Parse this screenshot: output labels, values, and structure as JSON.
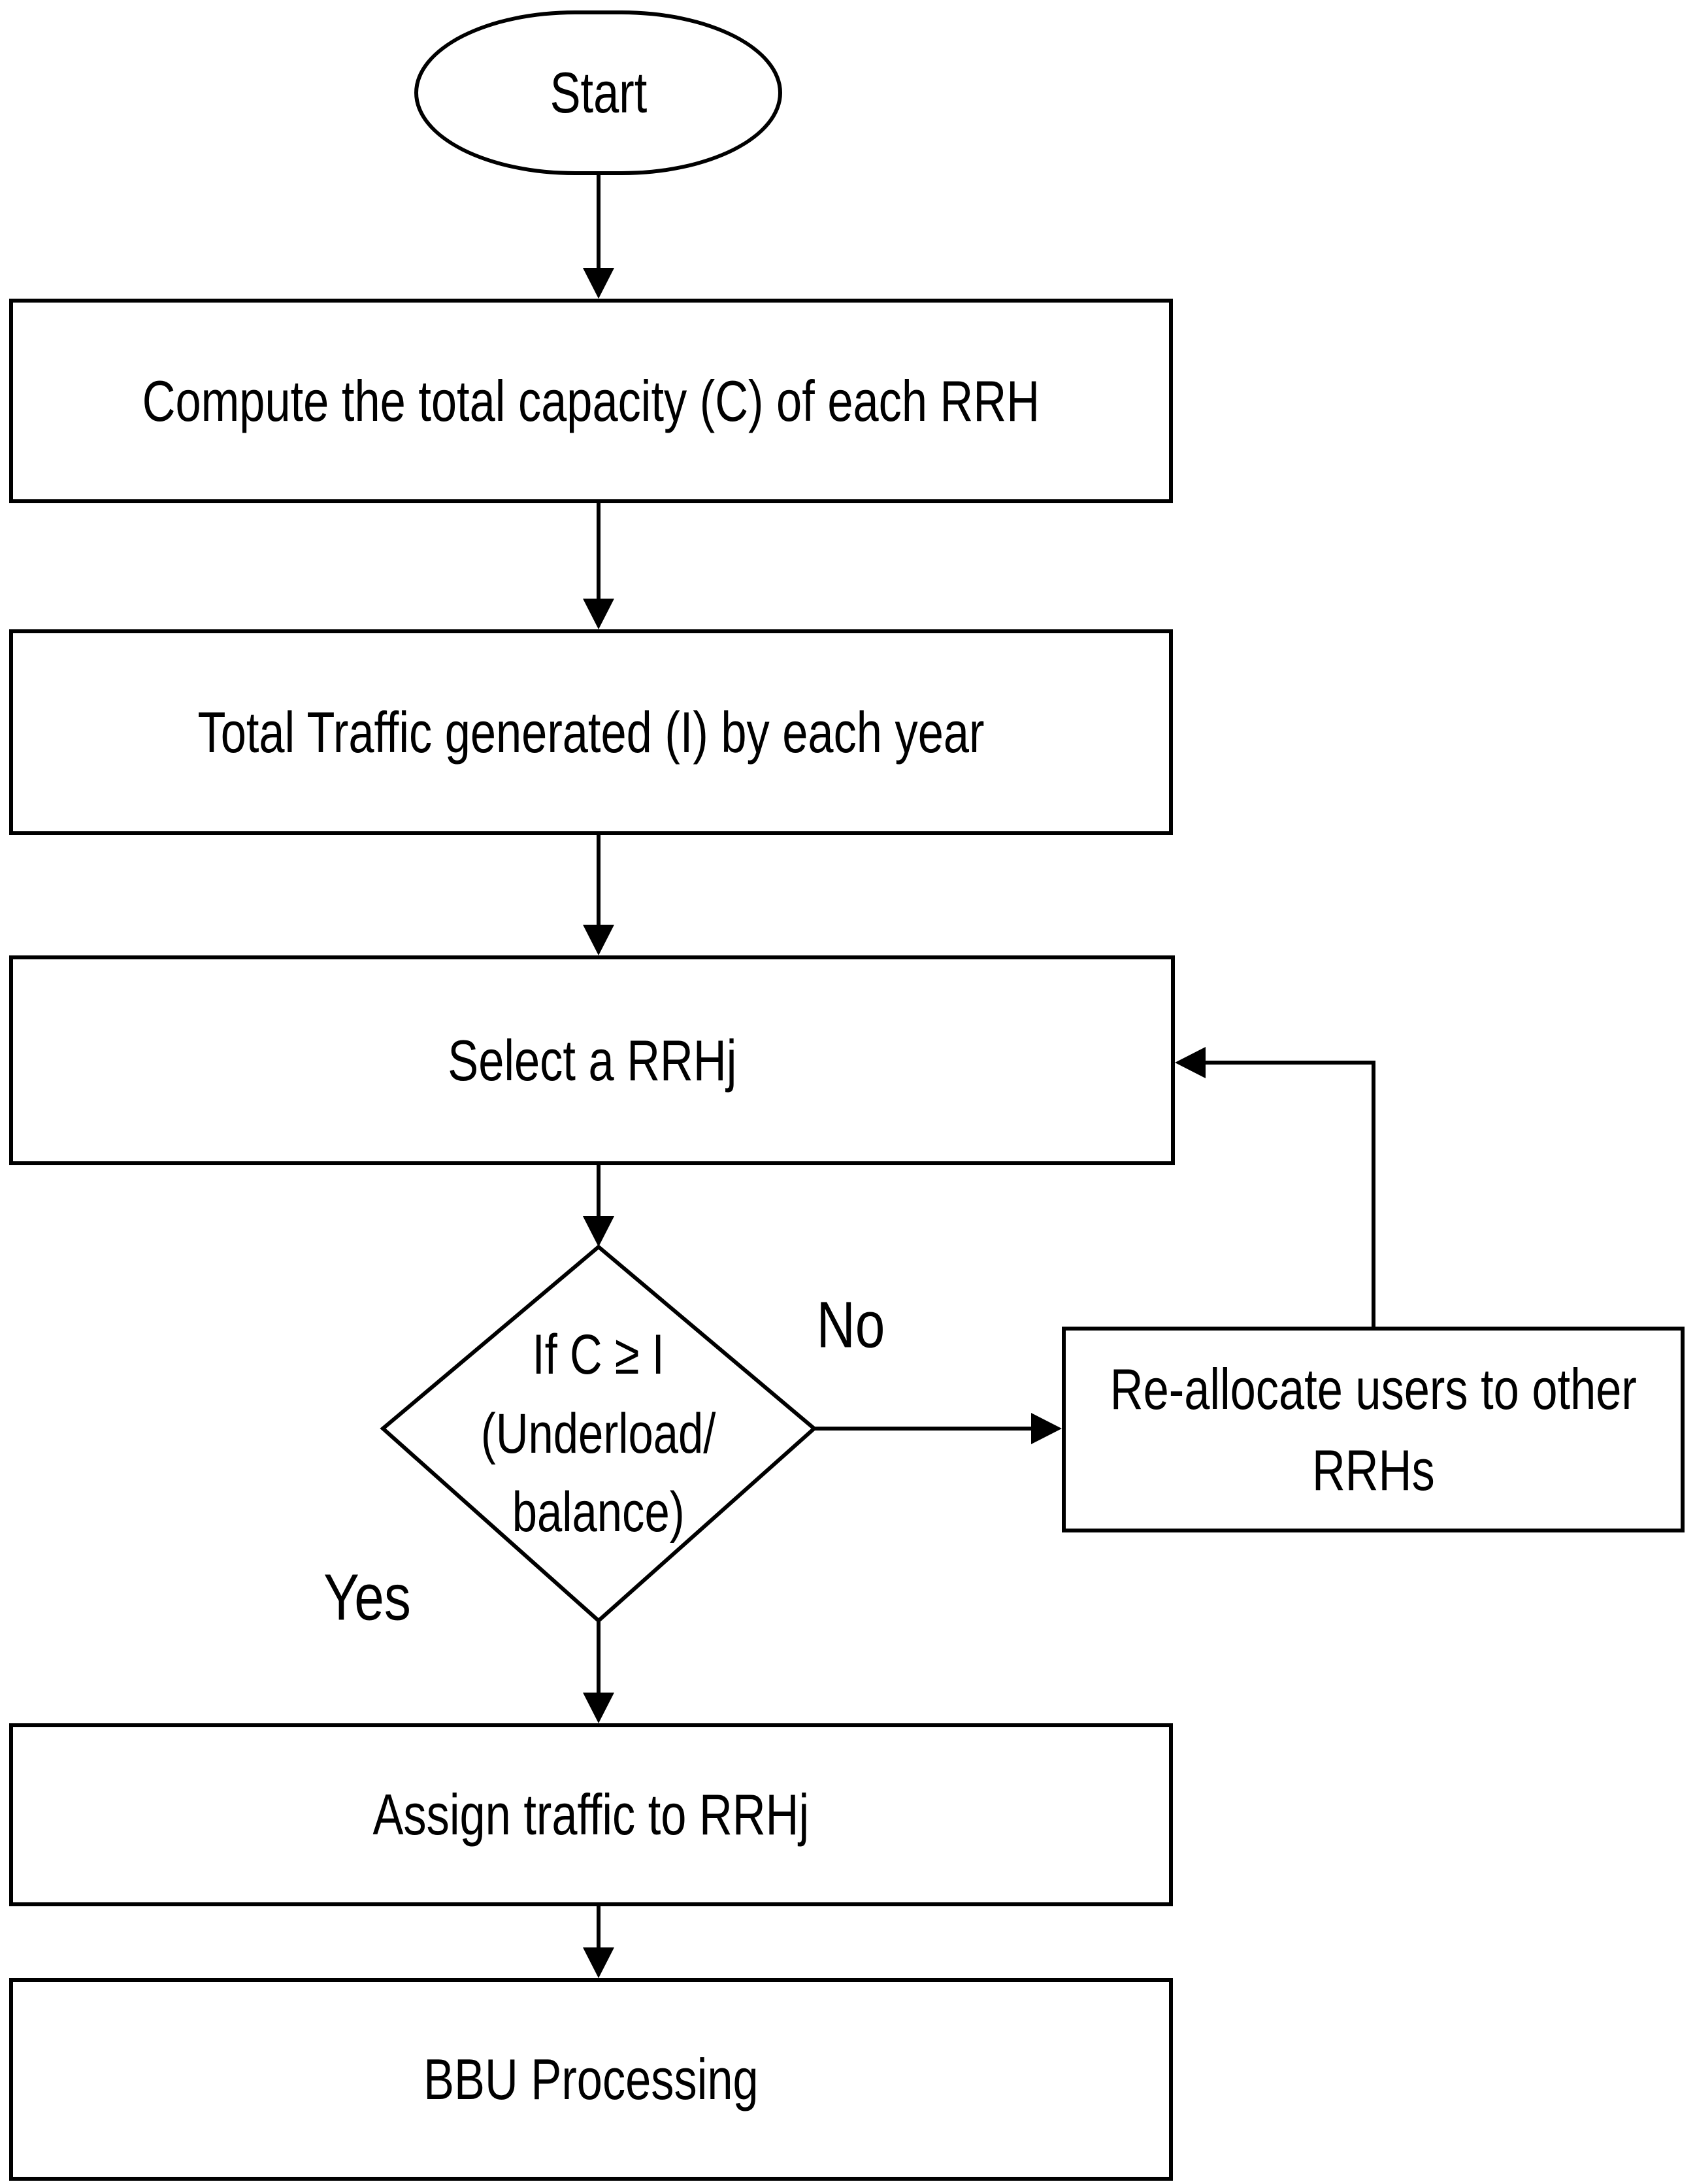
{
  "flowchart": {
    "background": "#ffffff",
    "stroke_color": "#000000",
    "nodes": {
      "start": {
        "type": "terminator",
        "label": "Start"
      },
      "compute": {
        "type": "process",
        "label": "Compute the total capacity (C) of each RRH"
      },
      "traffic": {
        "type": "process",
        "label": "Total Traffic generated (I) by each year"
      },
      "select": {
        "type": "process",
        "label": "Select a RRHj"
      },
      "decision": {
        "type": "decision",
        "lines": [
          "If C ≥ I",
          "(Underload/",
          "balance)"
        ]
      },
      "reallocate": {
        "type": "process",
        "lines": [
          "Re-allocate users to other",
          "RRHs"
        ]
      },
      "assign": {
        "type": "process",
        "label": "Assign traffic to RRHj"
      },
      "bbu": {
        "type": "process",
        "label": "BBU Processing"
      }
    },
    "edge_labels": {
      "yes": "Yes",
      "no": "No"
    }
  }
}
